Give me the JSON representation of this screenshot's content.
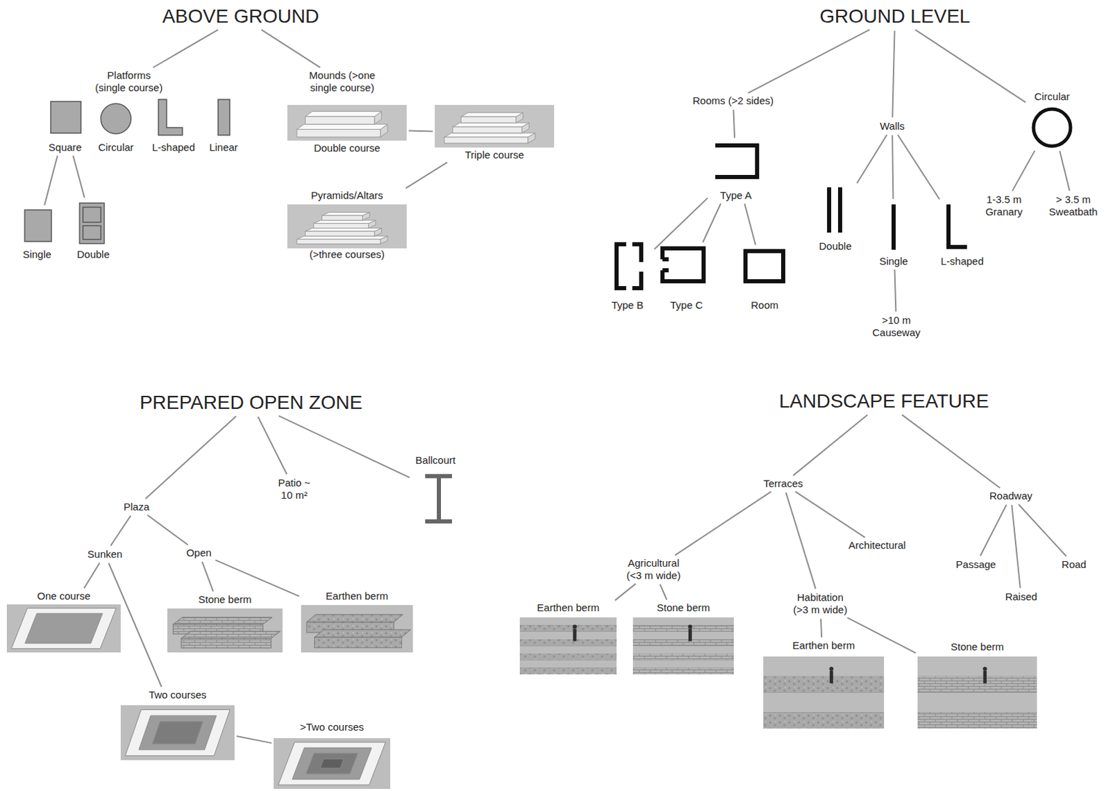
{
  "diagram": {
    "nodes": [
      {
        "text": [
          "ABOVE GROUND"
        ]
      },
      {
        "text": [
          "Platforms (single course)"
        ]
      },
      {
        "text": [
          "Mounds (>one single course)"
        ]
      },
      {
        "text": [
          "Square"
        ]
      },
      {
        "text": [
          "Circular"
        ]
      },
      {
        "text": [
          "L-shaped"
        ]
      },
      {
        "text": [
          "Linear"
        ]
      },
      {
        "text": [
          "Single"
        ]
      },
      {
        "text": [
          "Double"
        ]
      },
      {
        "text": [
          "Double course"
        ]
      },
      {
        "text": [
          "Triple course"
        ]
      },
      {
        "text": [
          "Pyramids/Altars",
          "(>three courses)"
        ]
      },
      {
        "text": [
          "GROUND LEVEL"
        ]
      },
      {
        "text": [
          "Rooms (>2 sides)"
        ]
      },
      {
        "text": [
          "Walls"
        ]
      },
      {
        "text": [
          "Circular"
        ]
      },
      {
        "text": [
          "Type A"
        ]
      },
      {
        "text": [
          "Type B"
        ]
      },
      {
        "text": [
          "Type C"
        ]
      },
      {
        "text": [
          "Room"
        ]
      },
      {
        "text": [
          "Double"
        ]
      },
      {
        "text": [
          "Single"
        ]
      },
      {
        "text": [
          "L-shaped"
        ]
      },
      {
        "text": [
          ">10 m Causeway"
        ]
      },
      {
        "text": [
          "1-3.5 m Granary"
        ]
      },
      {
        "text": [
          "> 3.5 m Sweatbath"
        ]
      },
      {
        "text": [
          "PREPARED OPEN ZONE"
        ]
      },
      {
        "text": [
          "Plaza"
        ]
      },
      {
        "text": [
          "Patio ~ 10 m²"
        ]
      },
      {
        "text": [
          "Ballcourt"
        ]
      },
      {
        "text": [
          "Sunken"
        ]
      },
      {
        "text": [
          "Open"
        ]
      },
      {
        "text": [
          "One course"
        ]
      },
      {
        "text": [
          "Stone berm"
        ]
      },
      {
        "text": [
          "Earthen berm"
        ]
      },
      {
        "text": [
          "Two courses"
        ]
      },
      {
        "text": [
          ">Two courses"
        ]
      },
      {
        "text": [
          "LANDSCAPE FEATURE"
        ]
      },
      {
        "text": [
          "Terraces"
        ]
      },
      {
        "text": [
          "Roadway"
        ]
      },
      {
        "text": [
          "Agricultural (<3 m wide)"
        ]
      },
      {
        "text": [
          "Architectural"
        ]
      },
      {
        "text": [
          "Habitation (>3 m wide)"
        ]
      },
      {
        "text": [
          "Earthen berm"
        ]
      },
      {
        "text": [
          "Stone berm"
        ]
      },
      {
        "text": [
          "Earthen berm"
        ]
      },
      {
        "text": [
          "Stone berm"
        ]
      },
      {
        "text": [
          "Passage"
        ]
      },
      {
        "text": [
          "Raised"
        ]
      },
      {
        "text": [
          "Road"
        ]
      }
    ],
    "edges": [
      {
        "from": 0,
        "to": 1,
        "arrow": "none"
      },
      {
        "from": 0,
        "to": 2,
        "arrow": "none"
      },
      {
        "from": 3,
        "to": 7,
        "arrow": "none"
      },
      {
        "from": 3,
        "to": 8,
        "arrow": "none"
      },
      {
        "from": 9,
        "to": 10,
        "arrow": "none"
      },
      {
        "from": 10,
        "to": 11,
        "arrow": "none"
      },
      {
        "from": 12,
        "to": 13,
        "arrow": "none"
      },
      {
        "from": 12,
        "to": 14,
        "arrow": "none"
      },
      {
        "from": 12,
        "to": 15,
        "arrow": "none"
      },
      {
        "from": 13,
        "to": 16,
        "arrow": "none"
      },
      {
        "from": 16,
        "to": 17,
        "arrow": "none"
      },
      {
        "from": 16,
        "to": 18,
        "arrow": "none"
      },
      {
        "from": 16,
        "to": 19,
        "arrow": "none"
      },
      {
        "from": 14,
        "to": 20,
        "arrow": "none"
      },
      {
        "from": 14,
        "to": 21,
        "arrow": "none"
      },
      {
        "from": 14,
        "to": 22,
        "arrow": "none"
      },
      {
        "from": 21,
        "to": 23,
        "arrow": "none"
      },
      {
        "from": 15,
        "to": 24,
        "arrow": "none"
      },
      {
        "from": 15,
        "to": 25,
        "arrow": "none"
      },
      {
        "from": 26,
        "to": 27,
        "arrow": "none"
      },
      {
        "from": 26,
        "to": 28,
        "arrow": "none"
      },
      {
        "from": 26,
        "to": 29,
        "arrow": "none"
      },
      {
        "from": 27,
        "to": 30,
        "arrow": "none"
      },
      {
        "from": 27,
        "to": 31,
        "arrow": "none"
      },
      {
        "from": 30,
        "to": 32,
        "arrow": "none"
      },
      {
        "from": 30,
        "to": 35,
        "arrow": "none"
      },
      {
        "from": 35,
        "to": 36,
        "arrow": "none"
      },
      {
        "from": 31,
        "to": 33,
        "arrow": "none"
      },
      {
        "from": 31,
        "to": 34,
        "arrow": "none"
      },
      {
        "from": 37,
        "to": 38,
        "arrow": "none"
      },
      {
        "from": 37,
        "to": 39,
        "arrow": "none"
      },
      {
        "from": 38,
        "to": 40,
        "arrow": "none"
      },
      {
        "from": 38,
        "to": 41,
        "arrow": "none"
      },
      {
        "from": 38,
        "to": 42,
        "arrow": "none"
      },
      {
        "from": 40,
        "to": 43,
        "arrow": "none"
      },
      {
        "from": 40,
        "to": 44,
        "arrow": "none"
      },
      {
        "from": 42,
        "to": 45,
        "arrow": "none"
      },
      {
        "from": 42,
        "to": 46,
        "arrow": "none"
      },
      {
        "from": 39,
        "to": 47,
        "arrow": "none"
      },
      {
        "from": 39,
        "to": 48,
        "arrow": "none"
      },
      {
        "from": 39,
        "to": 49,
        "arrow": "none"
      }
    ]
  }
}
